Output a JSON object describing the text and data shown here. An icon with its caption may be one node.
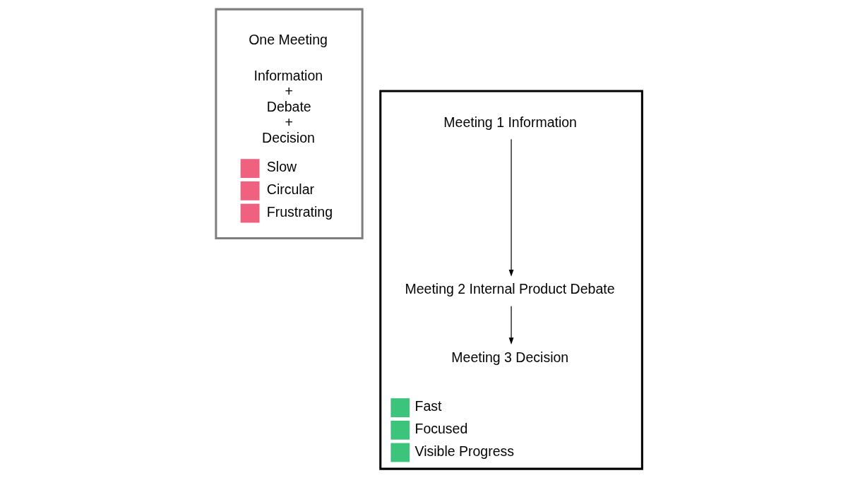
{
  "diagram": {
    "nodes": [
      {
        "text": [
          "One Meeting",
          "Information + Debate + Decision",
          "Slow",
          "Circular",
          "Frustrating"
        ]
      },
      {
        "text": [
          "Fast",
          "Focused",
          "Visible Progress"
        ]
      },
      {
        "text": [
          "Meeting 1 Information"
        ],
        "in": 1
      },
      {
        "text": [
          "Meeting 2 Internal Product Debate"
        ],
        "in": 1
      },
      {
        "text": [
          "Meeting 3 Decision"
        ],
        "in": 1
      }
    ],
    "edges": [
      {
        "from": 2,
        "to": 3,
        "arrow": "to"
      },
      {
        "from": 3,
        "to": 4,
        "arrow": "to"
      }
    ]
  }
}
